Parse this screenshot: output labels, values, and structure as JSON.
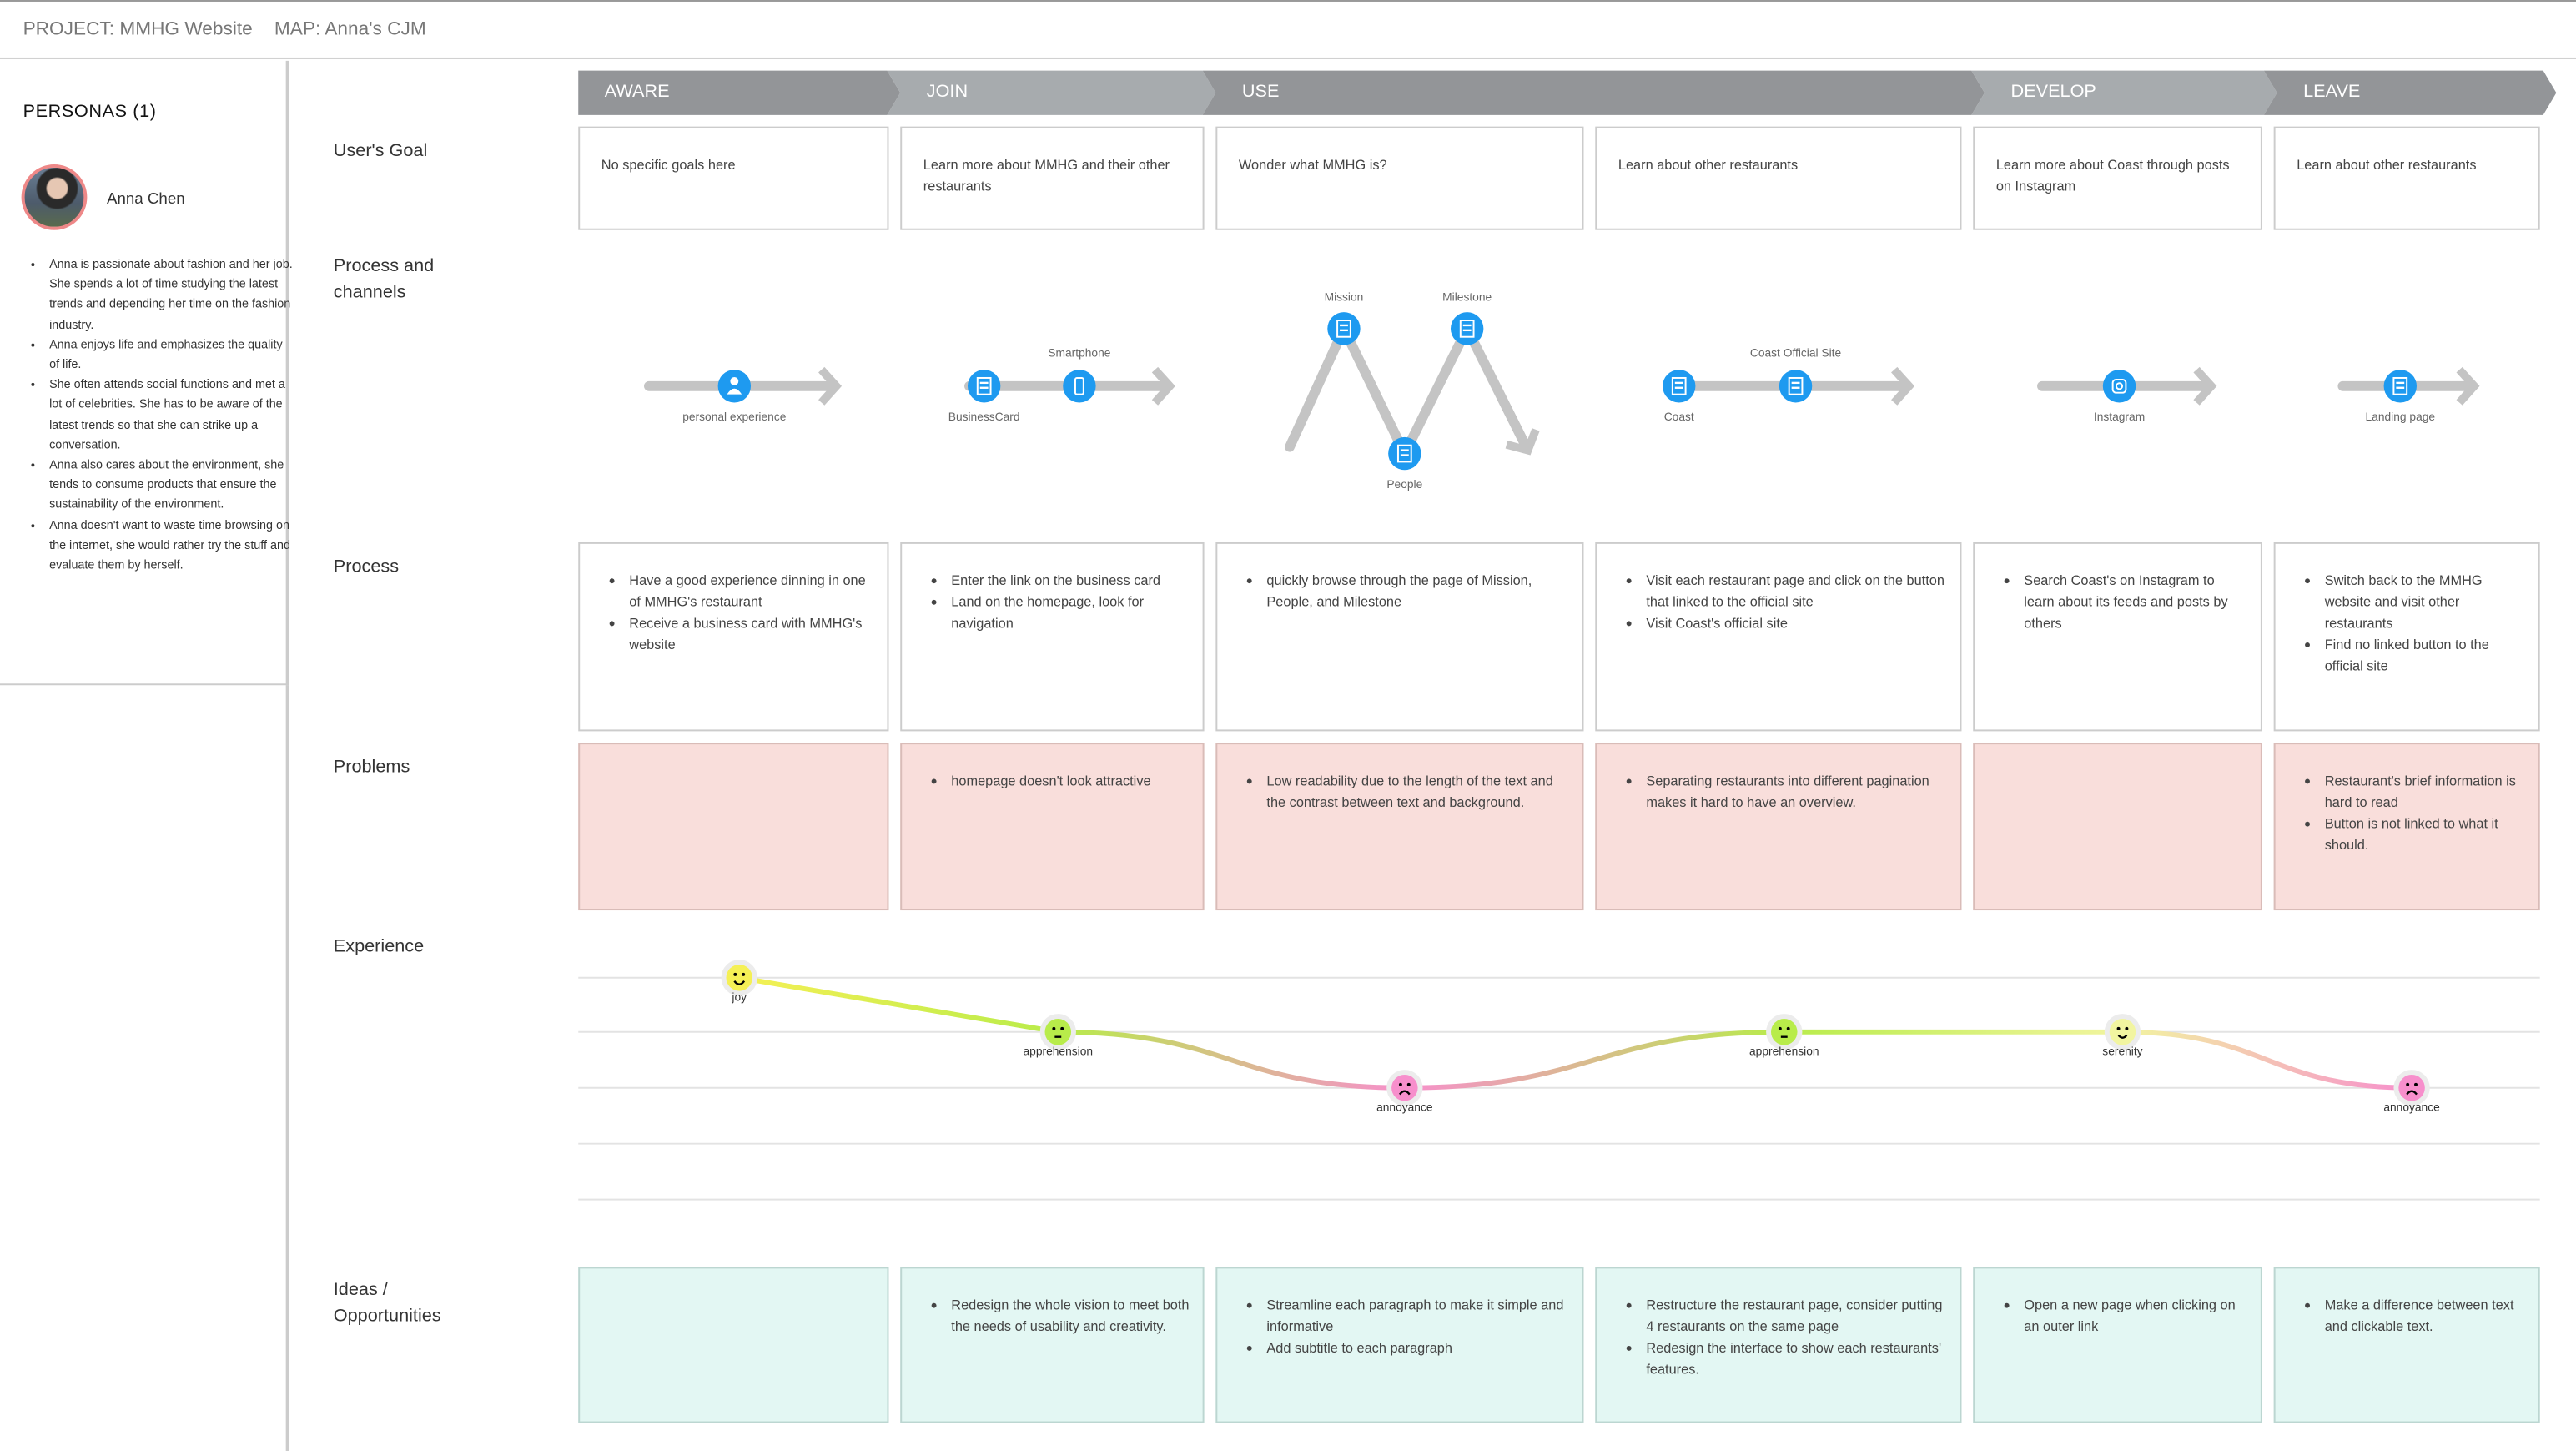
{
  "header": {
    "project": "PROJECT: MMHG Website",
    "map": "MAP: Anna's CJM"
  },
  "personas": {
    "title": "PERSONAS (1)",
    "name": "Anna Chen",
    "bullets": [
      "Anna is passionate about fashion and her job. She spends a lot of time studying the latest trends and depending her time on the fashion industry.",
      "Anna enjoys life and emphasizes the quality of life.",
      "She often attends social functions and met a lot of celebrities. She has to be aware of the latest trends so that she can strike up a conversation.",
      "Anna also cares about the environment, she tends to consume products that ensure the sustainability of the environment.",
      "Anna doesn't want to waste time browsing on the internet, she would rather try the stuff and evaluate them by herself."
    ]
  },
  "rows": {
    "goal": "User's Goal",
    "channels": "Process and channels",
    "process": "Process",
    "problems": "Problems",
    "experience": "Experience",
    "ideas": "Ideas / Opportunities"
  },
  "phases": [
    "AWARE",
    "JOIN",
    "USE",
    "DEVELOP",
    "LEAVE"
  ],
  "colors": {
    "phase_dark": "#939598",
    "phase_light": "#a7abae",
    "channel": "#1e9af0",
    "arrow": "#c4c4c4",
    "problem_bg": "#f9dedb",
    "idea_bg": "#e3f7f3",
    "joy": "#f5f055",
    "apprehension": "#b8ec4a",
    "annoyance": "#f78fcc",
    "serenity": "#f2f5a0"
  },
  "goals": [
    "No specific goals here",
    "Learn more about MMHG and their other restaurants",
    "Wonder what MMHG is?",
    "Learn about other restaurants",
    "Learn more about Coast through posts on Instagram",
    "Learn about other restaurants"
  ],
  "channels": {
    "aware": [
      "personal experience"
    ],
    "join": [
      "BusinessCard",
      "Smartphone"
    ],
    "use": [
      "Mission",
      "People",
      "Milestone"
    ],
    "use2": [
      "Coast",
      "Coast Official Site"
    ],
    "develop": [
      "Instagram"
    ],
    "leave": [
      "Landing page"
    ],
    "icons": {
      "aware": [
        "person-icon"
      ],
      "join": [
        "business-card-icon",
        "smartphone-icon"
      ],
      "use": [
        "webpage-icon",
        "webpage-icon",
        "webpage-icon"
      ],
      "use2": [
        "webpage-icon",
        "website-icon"
      ],
      "develop": [
        "instagram-icon"
      ],
      "leave": [
        "webpage-icon"
      ]
    }
  },
  "process": [
    [
      "Have a good experience dinning in one of MMHG's restaurant",
      "Receive a business card with MMHG's website"
    ],
    [
      "Enter the link on the business card",
      "Land on the homepage, look for navigation"
    ],
    [
      "quickly browse through the page of Mission, People, and Milestone"
    ],
    [
      "Visit each restaurant page and click on the button that linked to the official site",
      "Visit Coast's official site"
    ],
    [
      "Search Coast's on Instagram to learn about its feeds and posts by others"
    ],
    [
      "Switch back to the MMHG website and visit other restaurants",
      "Find no linked button to the official site"
    ]
  ],
  "problems": [
    [],
    [
      "homepage doesn't look attractive"
    ],
    [
      "Low readability due to the length of the text and the contrast between text and background."
    ],
    [
      "Separating restaurants into different pagination makes it hard to have an overview."
    ],
    [],
    [
      "Restaurant's brief information is hard to read",
      "Button is not linked to what it should."
    ]
  ],
  "experience": [
    {
      "emotion": "joy",
      "level": 3,
      "icon": "happy-face-icon"
    },
    {
      "emotion": "apprehension",
      "level": 2,
      "icon": "worried-face-icon"
    },
    {
      "emotion": "annoyance",
      "level": 1,
      "icon": "sad-face-icon"
    },
    {
      "emotion": "apprehension",
      "level": 2,
      "icon": "worried-face-icon"
    },
    {
      "emotion": "serenity",
      "level": 2,
      "icon": "smile-face-icon"
    },
    {
      "emotion": "annoyance",
      "level": 1,
      "icon": "sad-face-icon"
    }
  ],
  "ideas": [
    [],
    [
      "Redesign the whole vision to meet both the needs of usability and creativity."
    ],
    [
      "Streamline each paragraph to make it simple and informative",
      "Add subtitle to each paragraph"
    ],
    [
      "Restructure the restaurant page, consider putting 4 restaurants on the same page",
      "Redesign the interface to show each restaurants' features."
    ],
    [
      "Open a new page when clicking on an outer link"
    ],
    [
      "Make a difference between text and clickable text."
    ]
  ]
}
